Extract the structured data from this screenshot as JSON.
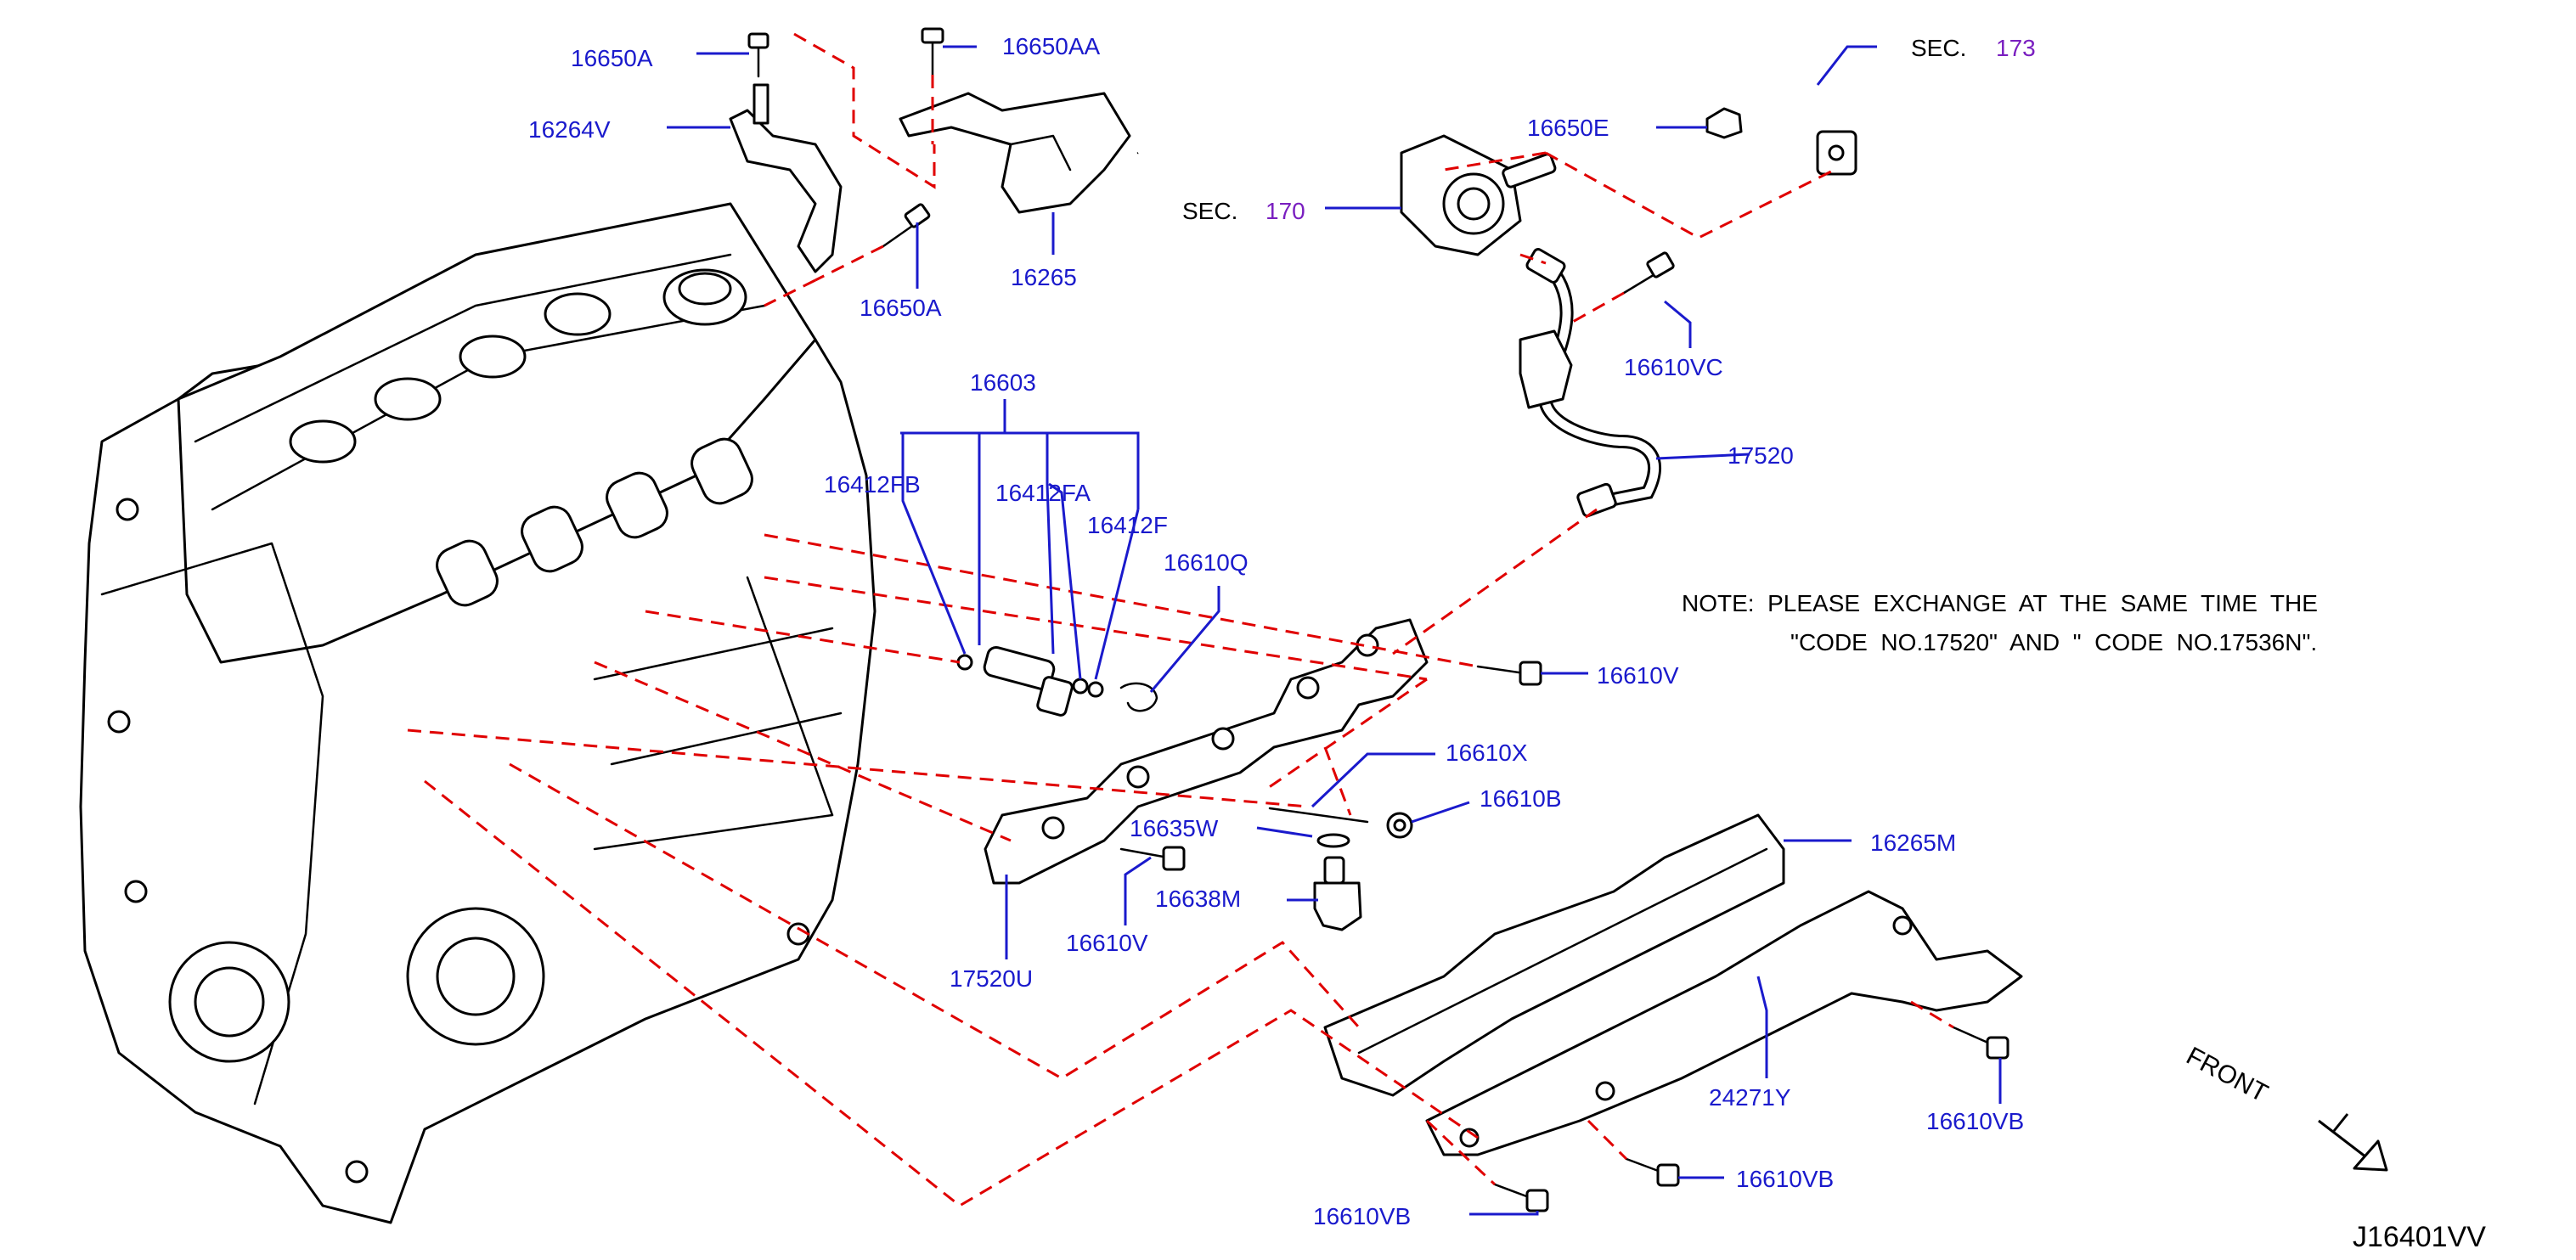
{
  "diagram": {
    "part_labels": [
      "16650A",
      "16650AA",
      "16264V",
      "16650A",
      "16265",
      "16650E",
      "16610VC",
      "17520",
      "16603",
      "16412FB",
      "16412FA",
      "16412F",
      "16610Q",
      "16610V",
      "16610X",
      "16610B",
      "16635W",
      "16638M",
      "16610V",
      "17520U",
      "16265M",
      "24271Y",
      "16610VB",
      "16610VB",
      "16610VB"
    ],
    "sec_173": {
      "prefix": "SEC.",
      "number": "173"
    },
    "sec_170": {
      "prefix": "SEC.",
      "number": "170"
    },
    "note": {
      "line1": "NOTE:  PLEASE  EXCHANGE  AT  THE  SAME  TIME  THE",
      "line2": "\"CODE  NO.17520\"  AND  \"  CODE  NO.17536N\"."
    },
    "front_label": "FRONT",
    "diagram_code": "J16401VV",
    "colors": {
      "labels": "#1a1acc",
      "sec_numbers": "#7a1fc0",
      "dashed_lines": "#e00000",
      "parts": "#000000"
    }
  }
}
